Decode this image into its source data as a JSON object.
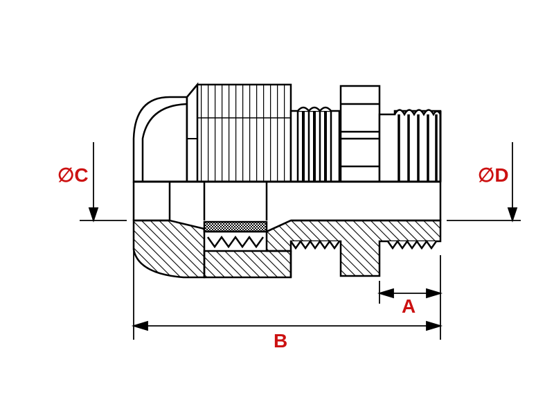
{
  "diagram": {
    "labels": {
      "dim_c": "∅C",
      "dim_d": "∅D",
      "dim_a": "A",
      "dim_b": "B"
    },
    "colors": {
      "line": "#000000",
      "label": "#cc1111",
      "background": "#ffffff"
    }
  }
}
